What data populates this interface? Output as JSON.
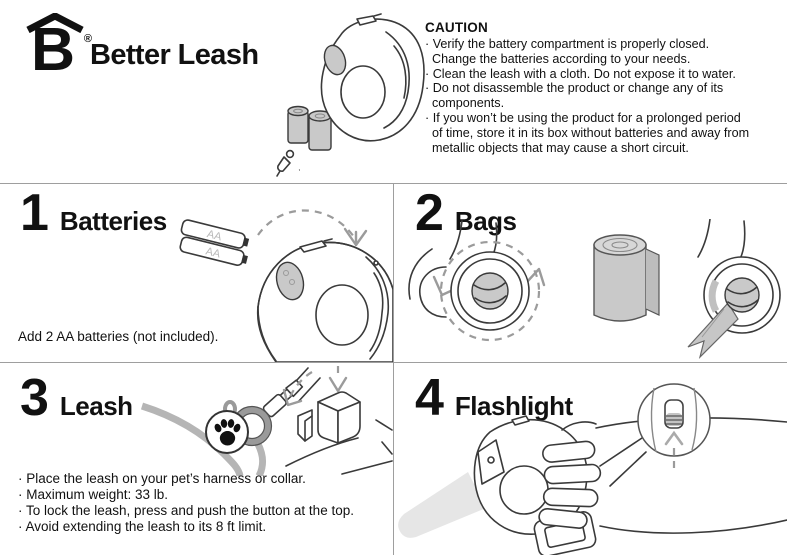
{
  "brand": {
    "logo_letter": "B",
    "registered_mark": "®",
    "title": "Better Leash"
  },
  "caution": {
    "heading": "CAUTION",
    "items": [
      {
        "lines": [
          "· Verify the battery compartment is properly closed.",
          "Change the batteries according to your needs."
        ]
      },
      {
        "lines": [
          "· Clean the leash with a cloth. Do not expose it to water."
        ]
      },
      {
        "lines": [
          "· Do not disassemble the product or change any of its",
          "components."
        ]
      },
      {
        "lines": [
          "· If you won’t be using the product for a prolonged period",
          "of time, store it in its box without batteries and away from",
          "metallic objects that may cause a short circuit."
        ]
      }
    ]
  },
  "sections": [
    {
      "number": "1",
      "title": "Batteries",
      "note": "Add 2 AA batteries (not included).",
      "battery_label": "AA"
    },
    {
      "number": "2",
      "title": "Bags"
    },
    {
      "number": "3",
      "title": "Leash",
      "bullets": [
        "· Place the leash on your pet’s harness or collar.",
        "· Maximum weight: 33 lb.",
        "· To lock the leash, press and push the button at the top.",
        "· Avoid extending the leash to its 8 ft limit."
      ]
    },
    {
      "number": "4",
      "title": "Flashlight"
    }
  ],
  "colors": {
    "line": "#3a3a3a",
    "fill_gray": "#c9c9c9",
    "dash_gray": "#9b9b9b",
    "grid_line": "#9e9e9e",
    "text": "#111111"
  }
}
